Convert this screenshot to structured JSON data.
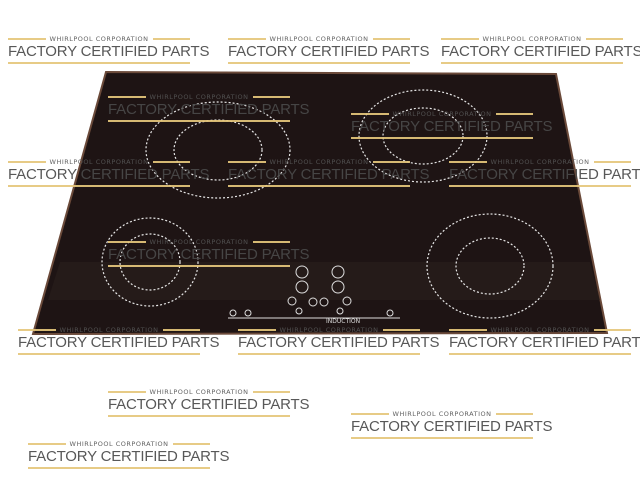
{
  "product": {
    "panel_label": "INDUCTION",
    "glass_color": "#1e1414",
    "edge_color": "#5a3a2a"
  },
  "watermark": {
    "company": "WHIRLPOOL CORPORATION",
    "text": "FACTORY CERTIFIED PARTS",
    "accent_color": "#e6c77c"
  }
}
